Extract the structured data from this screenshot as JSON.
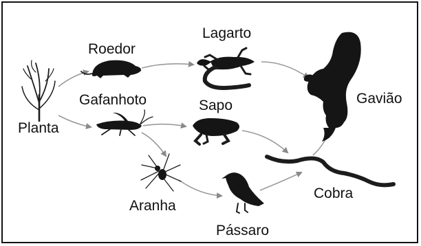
{
  "organisms": {
    "planta": "Planta",
    "roedor": "Roedor",
    "gafanhoto": "Gafanhoto",
    "lagarto": "Lagarto",
    "sapo": "Sapo",
    "aranha": "Aranha",
    "passaro": "Pássaro",
    "cobra": "Cobra",
    "gaviao": "Gavião"
  },
  "colors": {
    "arrow": "#9a9a9a",
    "silhouette": "#151515",
    "border": "#111111"
  }
}
